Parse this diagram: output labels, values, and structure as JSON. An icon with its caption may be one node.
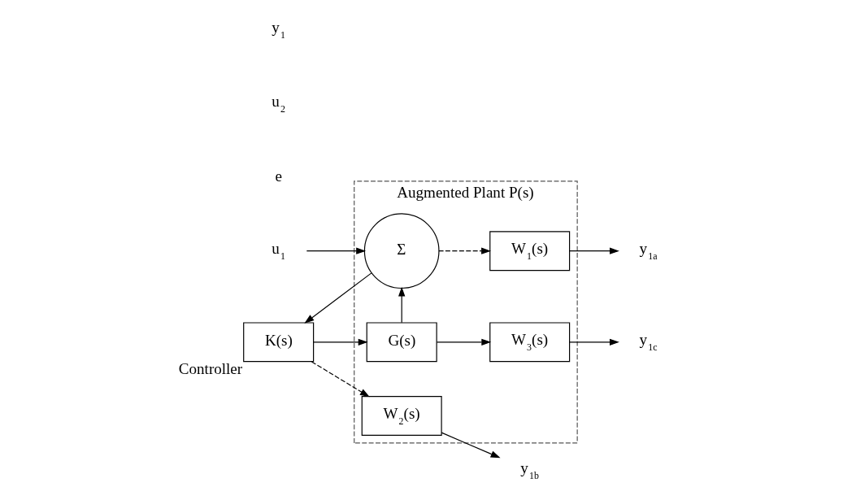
{
  "diagram": {
    "nodes": [
      {
        "text": [
          "Augmented Plant P(s)"
        ]
      },
      {
        "text": [
          "Σ"
        ],
        "in": 0
      },
      {
        "text": [
          "G(s)"
        ],
        "in": 0
      },
      {
        "text": [
          "W$_{1}$(s)"
        ],
        "in": 0
      },
      {
        "text": [
          "W$_{2}$(s)"
        ],
        "in": 0
      },
      {
        "text": [
          "W$_{3}$(s)"
        ],
        "in": 0
      },
      {
        "text": [
          "K(s)"
        ],
        "beside": [
          "Controller"
        ]
      },
      {
        "text": [
          "u$_{1}$"
        ]
      },
      {
        "text": [
          "y$_{1a}$"
        ]
      },
      {
        "text": [
          "y$_{1b}$"
        ]
      },
      {
        "text": [
          "y$_{1c}$"
        ]
      }
    ],
    "edges": [
      {
        "from": 7,
        "to": 1,
        "arrow": "to"
      },
      {
        "from": 1,
        "to": 3,
        "arrow": "to",
        "style": "dashed"
      },
      {
        "from": 1,
        "to": 6,
        "arrow": "to"
      },
      {
        "from": 6,
        "to": 4,
        "arrow": "to",
        "style": "dashed"
      },
      {
        "from": 6,
        "to": 2,
        "arrow": "to"
      },
      {
        "from": 2,
        "to": 5,
        "arrow": "to"
      },
      {
        "from": 2,
        "to": 1,
        "arrow": "to"
      },
      {
        "from": 3,
        "to": 8,
        "arrow": "to"
      },
      {
        "from": 4,
        "to": 9,
        "arrow": "to"
      },
      {
        "from": 5,
        "to": 10,
        "arrow": "to"
      }
    ],
    "labels": [
      "e",
      "u$_{2}$",
      "y$_{1}$"
    ]
  }
}
